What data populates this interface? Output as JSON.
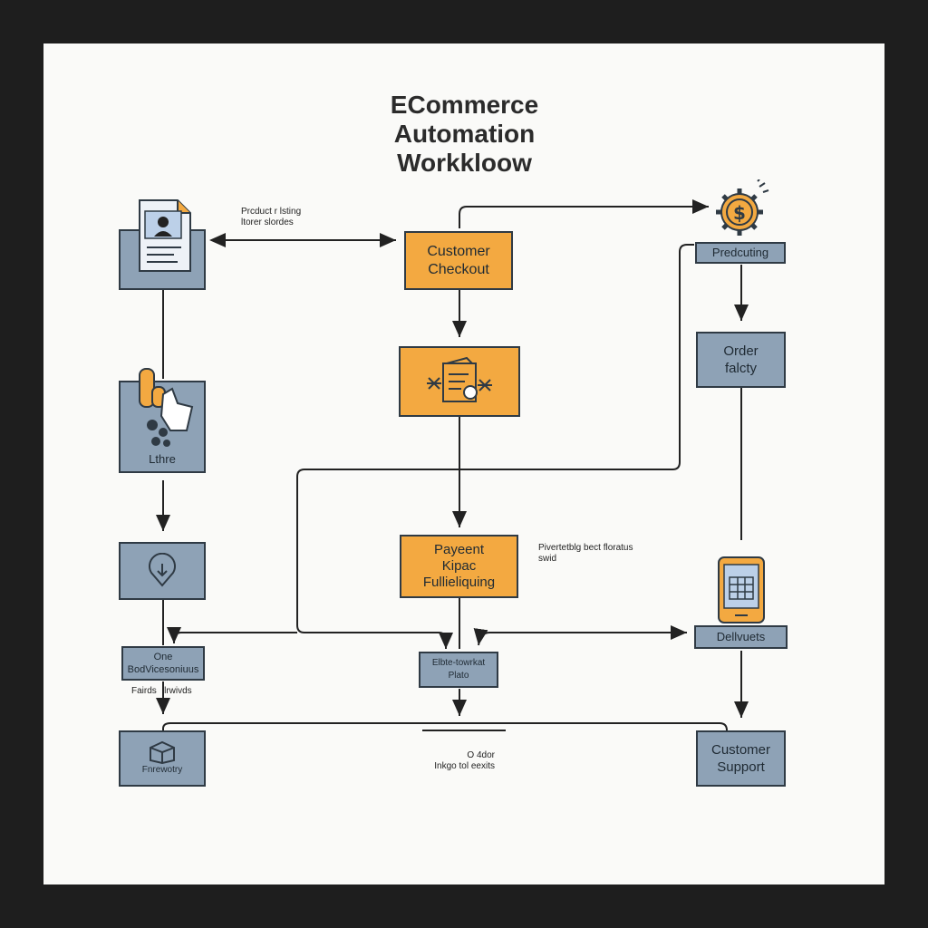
{
  "title": [
    "ECommerce",
    "Automation",
    "Workkloow"
  ],
  "nodes": {
    "customer_checkout": "Customer\nCheckout",
    "payment": "Payeent\nKipac\nFullieliquing",
    "predcuting": "Predcuting",
    "order_falcty": "Order\nfalcty",
    "lthre": "Lthre",
    "one_bod": "One\nBodVicesoniuus",
    "elbte": "Elbte-towrkat\nPlato",
    "dellvuets": "Dellvuets",
    "customer_support": "Customer\nSupport",
    "fnrewotry": "Fnrewotry"
  },
  "notes": {
    "product_listing": "Prcduct r lsting\nltorer slordes",
    "payment_note": "Pivertetblg bect floratus\nswid",
    "fairds": "Fairds   lrwivds",
    "inkgo": "O 4dor\nInkgo tol eexits"
  },
  "colors": {
    "blue": "#8ea2b6",
    "orange": "#f3a941",
    "line": "#222222",
    "dark": "#1e1e1e"
  }
}
